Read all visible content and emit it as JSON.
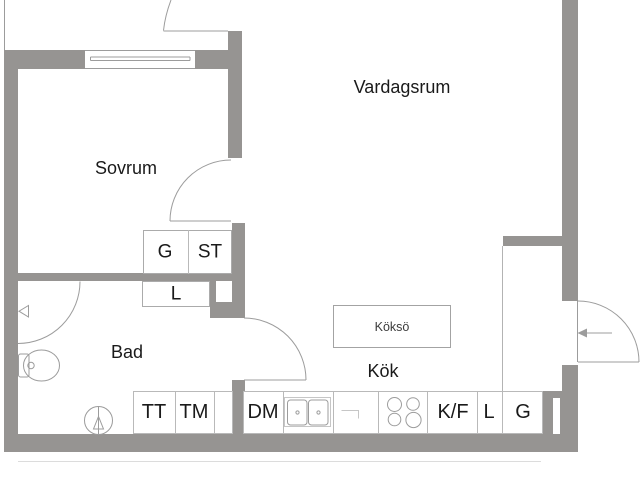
{
  "colors": {
    "wall": "#969492",
    "thin_line": "#9c9c9c",
    "counter_border": "#b9b9b9",
    "text": "#1a1a1a"
  },
  "rooms": {
    "living_room": "Vardagsrum",
    "bedroom": "Sovrum",
    "bathroom": "Bad",
    "kitchen": "Kök"
  },
  "kitchen_island": {
    "label": "Köksö"
  },
  "closets": {
    "g": "G",
    "st": "ST",
    "l": "L"
  },
  "counter_row": {
    "tt": "TT",
    "tm": "TM",
    "dm": "DM",
    "kf": "K/F",
    "l": "L",
    "g": "G"
  },
  "icons": [
    "window-icon",
    "bedroom-door-icon",
    "bathroom-door-icon",
    "entrance-door-icon",
    "entrance-arrow-icon",
    "toilet-icon",
    "washbasin-icon",
    "shower-corner-icon",
    "floor-drain-icon",
    "kitchen-sink-icon",
    "stove-icon"
  ]
}
